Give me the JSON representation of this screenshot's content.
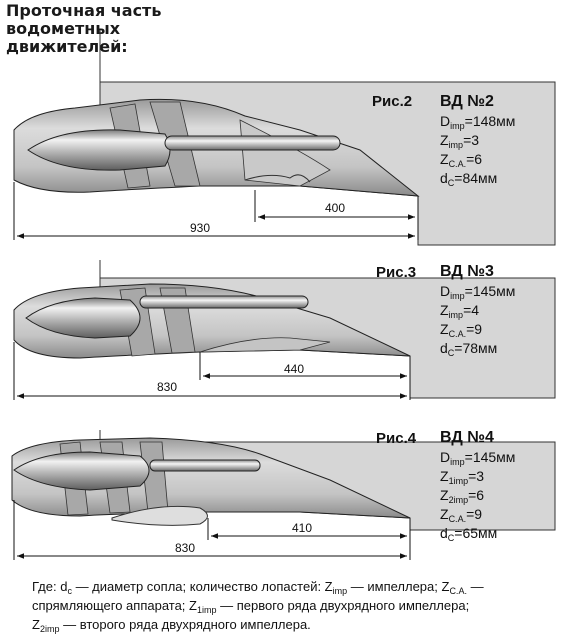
{
  "title": {
    "line1": "Проточная часть",
    "line2": "водометных",
    "line3": "движителей:"
  },
  "figures": [
    {
      "fig_label": "Рис.2",
      "name": "ВД №2",
      "params": [
        {
          "sym": "D",
          "sub": "imp",
          "val": "=148мм"
        },
        {
          "sym": "Z",
          "sub": "imp",
          "val": "=3"
        },
        {
          "sym": "Z",
          "sub": "C.A.",
          "val": "=6"
        },
        {
          "sym": "d",
          "sub": "C",
          "val": "=84мм"
        }
      ],
      "dims": {
        "long": "930",
        "short": "400"
      }
    },
    {
      "fig_label": "Рис.3",
      "name": "ВД №3",
      "params": [
        {
          "sym": "D",
          "sub": "imp",
          "val": "=145мм"
        },
        {
          "sym": "Z",
          "sub": "imp",
          "val": "=4"
        },
        {
          "sym": "Z",
          "sub": "C.A.",
          "val": "=9"
        },
        {
          "sym": "d",
          "sub": "C",
          "val": "=78мм"
        }
      ],
      "dims": {
        "long": "830",
        "short": "440"
      }
    },
    {
      "fig_label": "Рис.4",
      "name": "ВД №4",
      "params": [
        {
          "sym": "D",
          "sub": "imp",
          "val": "=145мм"
        },
        {
          "sym": "Z",
          "sub": "1imp",
          "val": "=3"
        },
        {
          "sym": "Z",
          "sub": "2imp",
          "val": "=6"
        },
        {
          "sym": "Z",
          "sub": "C.A.",
          "val": "=9"
        },
        {
          "sym": "d",
          "sub": "C",
          "val": "=65мм"
        }
      ],
      "dims": {
        "long": "830",
        "short": "410"
      }
    }
  ],
  "caption": {
    "l1a": "Где: d",
    "l1sub": "c",
    "l1b": " — диаметр сопла; количество лопастей: Z",
    "l1sub2": "imp",
    "l1c": " — импеллера; Z",
    "l1sub3": "C.A.",
    "l1d": " —",
    "l2a": "спрямляющего аппарата; Z",
    "l2sub": "1imp",
    "l2b": " — первого ряда двухрядного импеллера;",
    "l3a": "Z",
    "l3sub": "2imp",
    "l3b": " — второго ряда двухрядного импеллера."
  },
  "colors": {
    "hull": "#d6d6d6",
    "body_dark": "#8a8a8a",
    "body_mid": "#b9b9b9",
    "body_light": "#eeeeee",
    "outline": "#222222"
  }
}
